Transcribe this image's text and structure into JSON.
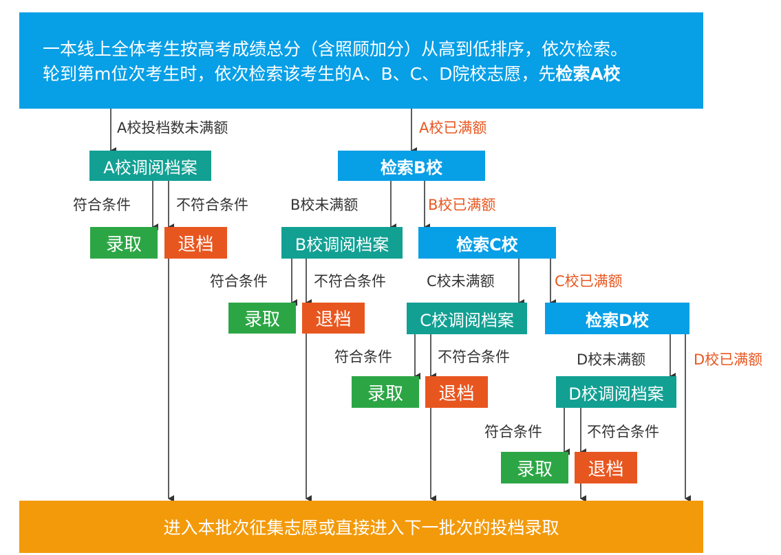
{
  "top": {
    "line1": "一本线上全体考生按高考成绩总分（含照顾加分）从高到低排序，依次检索。",
    "line2_prefix": "轮到第m位次考生时，依次检索该考生的A、B、C、D院校志愿，先",
    "line2_bold": "检索A校"
  },
  "boxes": {
    "a_review": "A校调阅档案",
    "search_b": "检索B校",
    "b_review": "B校调阅档案",
    "search_c": "检索C校",
    "c_review": "C校调阅档案",
    "search_d": "检索D校",
    "d_review": "D校调阅档案",
    "admit": "录取",
    "reject": "退档"
  },
  "labels": {
    "a_not_full": "A校投档数未满额",
    "a_full": "A校已满额",
    "b_not_full": "B校未满额",
    "b_full": "B校已满额",
    "c_not_full": "C校未满额",
    "c_full": "C校已满额",
    "d_not_full": "D校未满额",
    "d_full": "D校已满额",
    "qualified": "符合条件",
    "not_qualified": "不符合条件"
  },
  "bottom": "进入本批次征集志愿或直接进入下一批次的投档录取",
  "colors": {
    "blue": "#079fe6",
    "teal": "#12a093",
    "green": "#2ca645",
    "red": "#e8561f",
    "orange": "#f39a0a",
    "full_label": "#e8561f"
  }
}
